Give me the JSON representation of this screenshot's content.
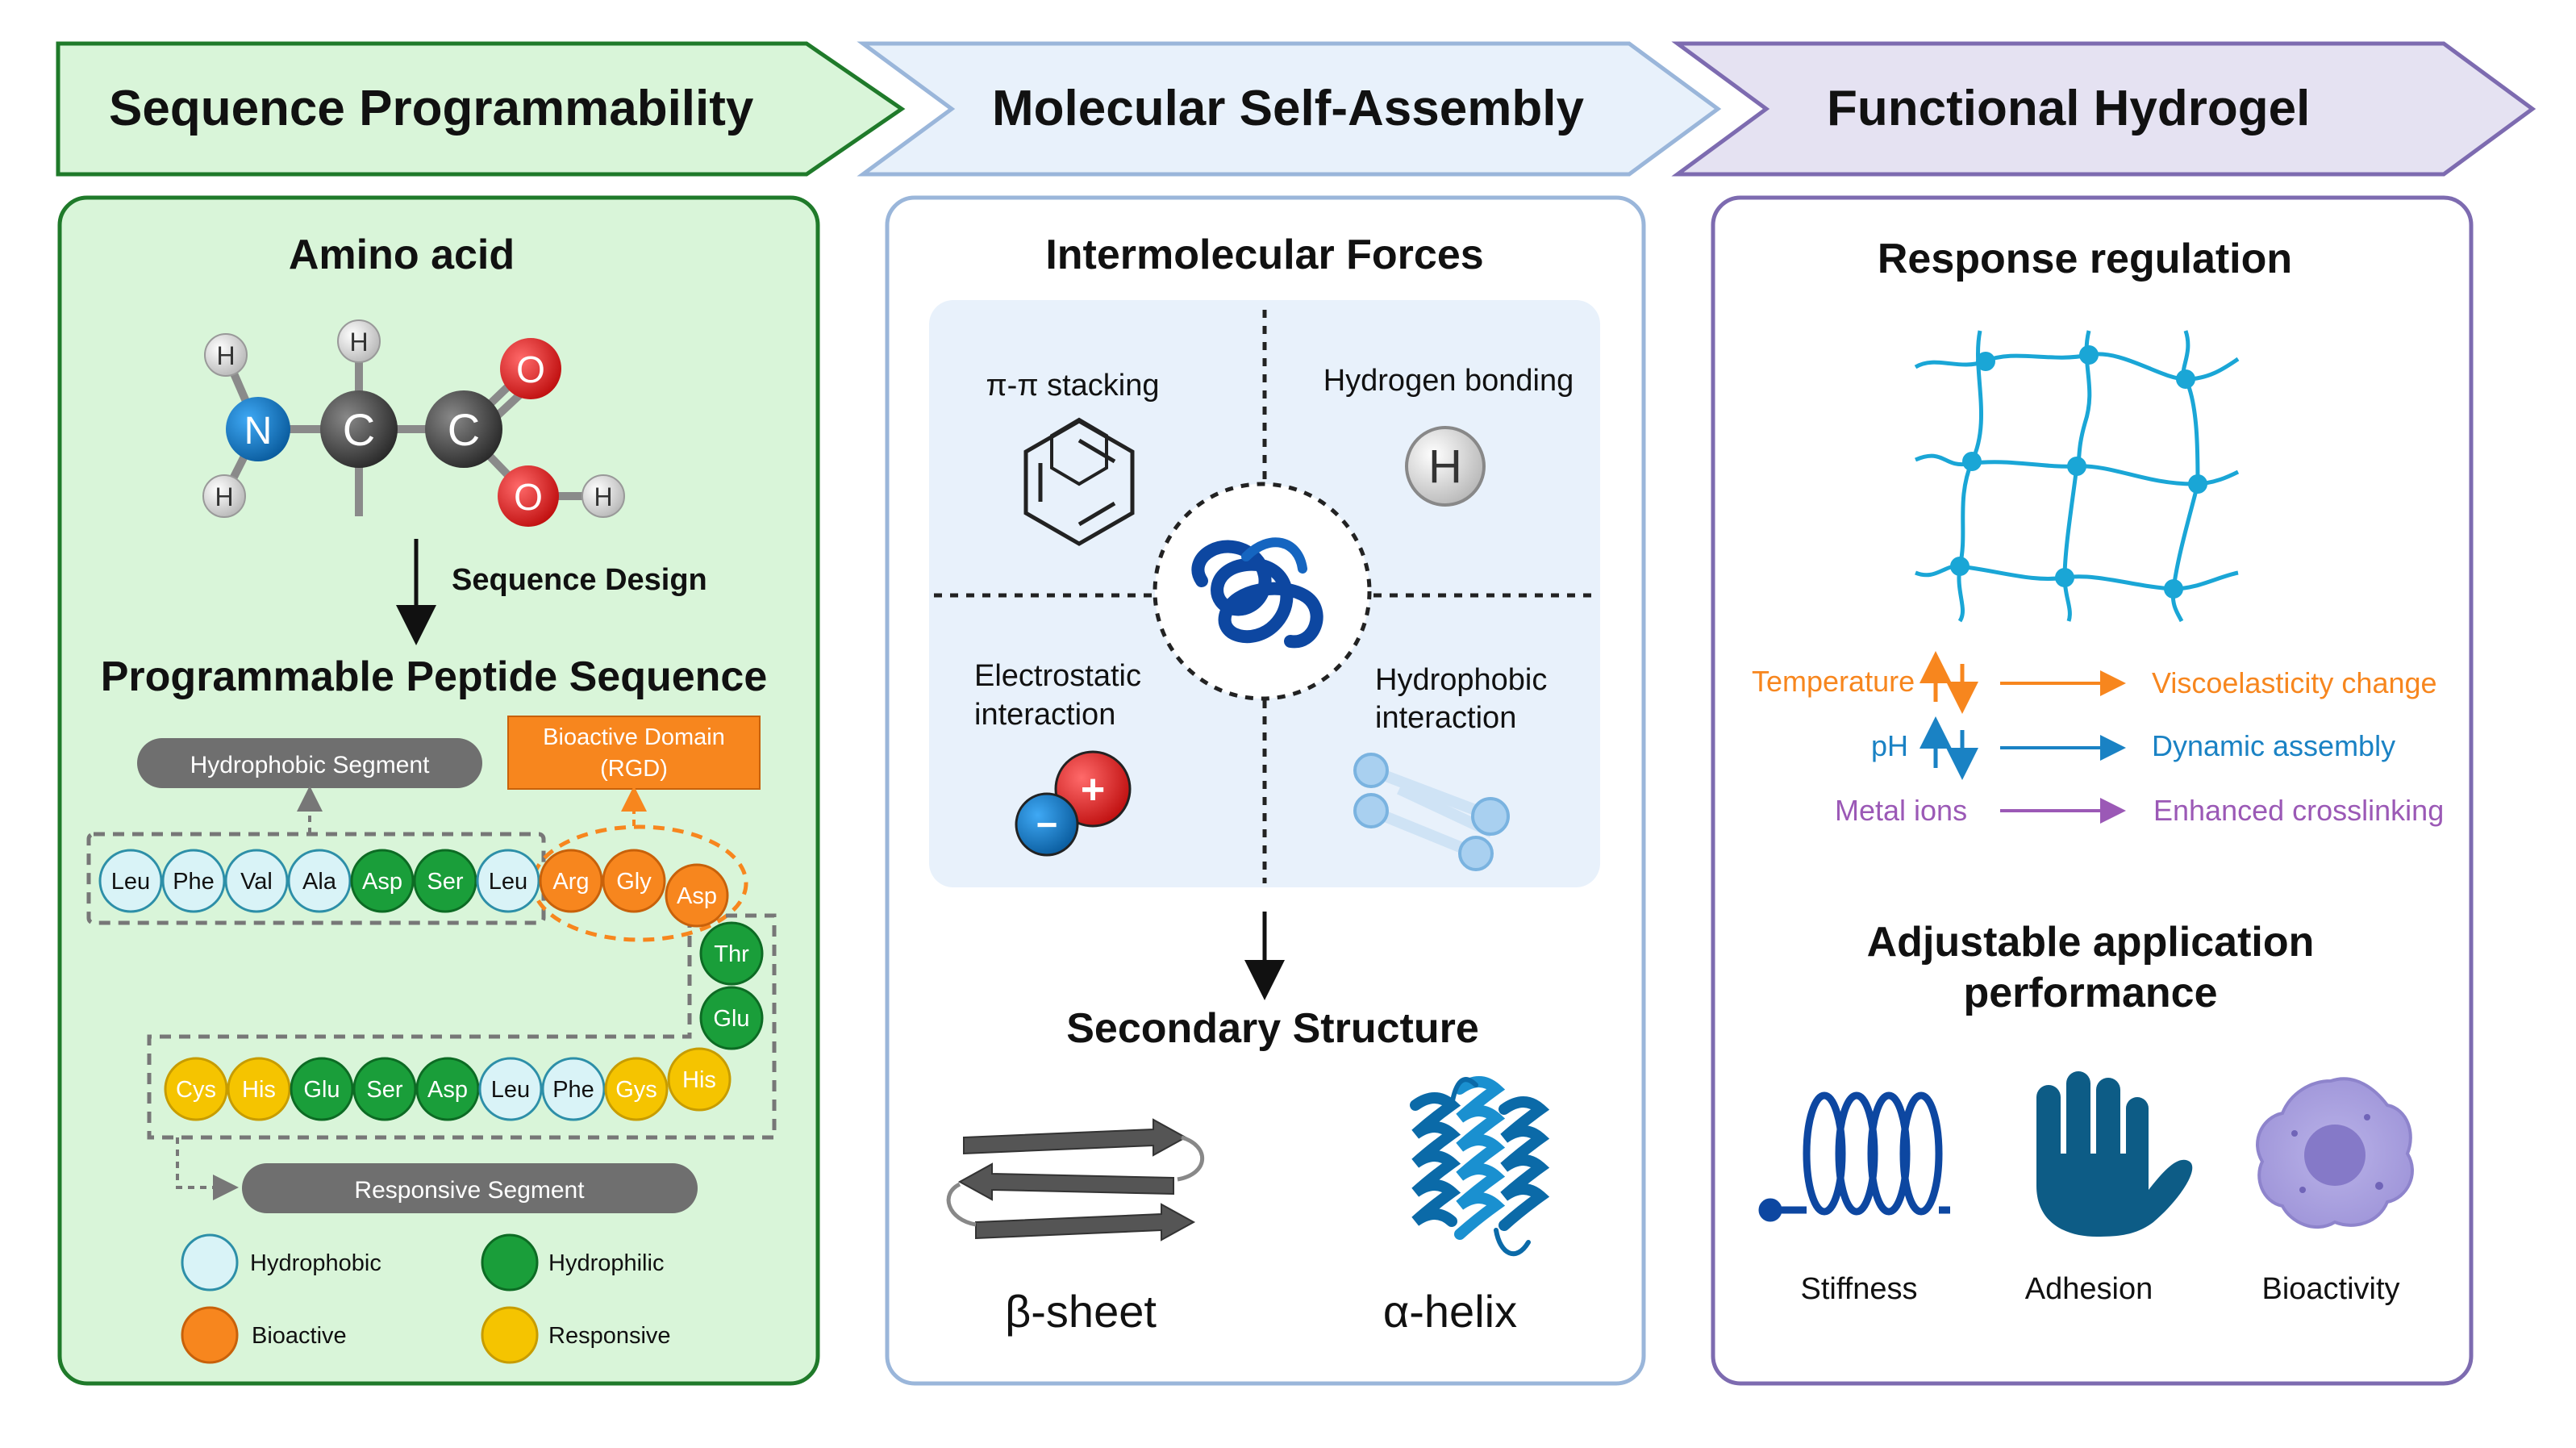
{
  "headers": {
    "sequence": "Sequence Programmability",
    "assembly": "Molecular Self-Assembly",
    "hydrogel": "Functional Hydrogel"
  },
  "colors": {
    "green_panel": "#d9f5d9",
    "green_border": "#1f7a2a",
    "blue_panel": "#e8f1fb",
    "blue_border": "#9ab6da",
    "purple_panel": "#e5e2f2",
    "purple_border": "#7d6bb0",
    "hydrophobic": "#d9f3f7",
    "hydrophilic": "#1a9e3a",
    "bioactive": "#f7861e",
    "responsive": "#f5c400",
    "network": "#1aa6d6"
  },
  "left": {
    "amino_title": "Amino acid",
    "atoms": {
      "n": "N",
      "c": "C",
      "o": "O",
      "h": "H"
    },
    "design_label": "Sequence Design",
    "peptide_title": "Programmable Peptide Sequence",
    "hydrophobic_segment": "Hydrophobic Segment",
    "bioactive_domain_line1": "Bioactive Domain",
    "bioactive_domain_line2": "(RGD)",
    "responsive_segment": "Responsive Segment",
    "row1": [
      "Leu",
      "Phe",
      "Val",
      "Ala",
      "Asp",
      "Ser",
      "Leu",
      "Arg",
      "Gly",
      "Asp"
    ],
    "column": [
      "Thr",
      "Glu"
    ],
    "row2": [
      "Cys",
      "His",
      "Glu",
      "Ser",
      "Asp",
      "Leu",
      "Phe",
      "Gys",
      "His"
    ],
    "legend": [
      "Hydrophobic",
      "Hydrophilic",
      "Bioactive",
      "Responsive"
    ]
  },
  "middle": {
    "forces_title": "Intermolecular Forces",
    "pi_stacking": "π-π stacking",
    "hydrogen_bonding": "Hydrogen bonding",
    "h_symbol": "H",
    "electrostatic_line1": "Electrostatic",
    "electrostatic_line2": "interaction",
    "hydrophobic_line1": "Hydrophobic",
    "hydrophobic_line2": "interaction",
    "plus": "+",
    "minus": "−",
    "secondary_title": "Secondary Structure",
    "beta_sheet": "β-sheet",
    "alpha_helix": "α-helix"
  },
  "right": {
    "response_title": "Response regulation",
    "stimuli": [
      {
        "stimulus": "Temperature",
        "effect": "Viscoelasticity change"
      },
      {
        "stimulus": "pH",
        "effect": "Dynamic assembly"
      },
      {
        "stimulus": "Metal ions",
        "effect": "Enhanced crosslinking"
      }
    ],
    "app_title_line1": "Adjustable application",
    "app_title_line2": "performance",
    "properties": [
      "Stiffness",
      "Adhesion",
      "Bioactivity"
    ]
  }
}
